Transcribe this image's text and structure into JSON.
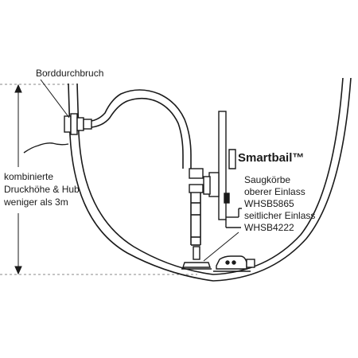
{
  "labels": {
    "through_hull": "Borddurchbruch",
    "head_line_1": "kombinierte",
    "head_line_2": "Druckhöhe & Hub",
    "head_line_3": "weniger als 3m",
    "product_name": "Smartbail™",
    "strainer_1": "Saugkörbe",
    "strainer_2": "oberer Einlass",
    "strainer_3": "WHSB5865",
    "strainer_4": "seitlicher Einlass",
    "strainer_5": "WHSB4222"
  },
  "colors": {
    "line": "#1a1a1a",
    "dashed": "#888888",
    "background": "#ffffff"
  }
}
